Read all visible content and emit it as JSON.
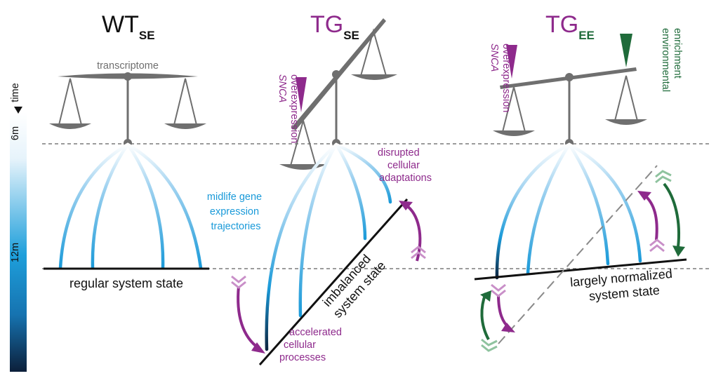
{
  "colors": {
    "purple": "#8e2a8c",
    "green": "#1f6b3a",
    "blue": "#1a9ad9",
    "navy": "#0d2540",
    "gray": "#6f6f6f",
    "dash": "#7a7a7a",
    "black": "#111111"
  },
  "timeline": {
    "label": "time",
    "ticks": [
      "6m",
      "12m"
    ]
  },
  "panels": [
    {
      "id": "wt-se",
      "title_main": "WT",
      "title_sub": "SE",
      "title_color": "#111111",
      "scale_label": "transcriptome",
      "trajectory_label_lines": [
        "midlife gene",
        "expression",
        "trajectories"
      ],
      "state_label_lines": [
        "regular system state"
      ]
    },
    {
      "id": "tg-se",
      "title_main": "TG",
      "title_sub": "SE",
      "title_color": "#8e2a8c",
      "sub_color": "#111111",
      "snca_lines": [
        "SNCA",
        "overexpression"
      ],
      "disrupted_lines": [
        "disrupted",
        "cellular",
        "adaptations"
      ],
      "accelerated_lines": [
        "accelerated",
        "cellular",
        "processes"
      ],
      "state_label_lines": [
        "imbalanced",
        "system state"
      ]
    },
    {
      "id": "tg-ee",
      "title_main": "TG",
      "title_sub": "EE",
      "title_color": "#8e2a8c",
      "sub_color": "#1f6b3a",
      "snca_lines": [
        "SNCA",
        "overexpression"
      ],
      "enrichment_lines": [
        "environmental",
        "enrichment"
      ],
      "state_label_lines": [
        "largely normalized",
        "system state"
      ]
    }
  ]
}
